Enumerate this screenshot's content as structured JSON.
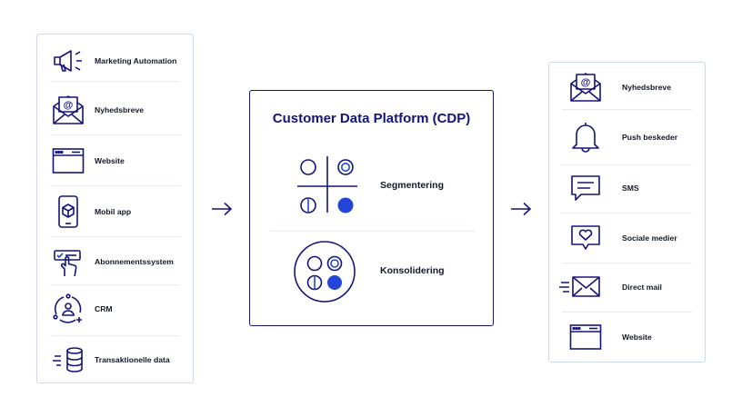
{
  "diagram": {
    "cdp_title": "Customer Data Platform (CDP)",
    "cdp_items": [
      {
        "label": "Segmentering",
        "icon": "segmentation-icon"
      },
      {
        "label": "Konsolidering",
        "icon": "consolidation-icon"
      }
    ],
    "sources": [
      {
        "label": "Marketing Automation",
        "icon": "megaphone-icon"
      },
      {
        "label": "Nyhedsbreve",
        "icon": "envelope-at-icon"
      },
      {
        "label": "Website",
        "icon": "browser-window-icon"
      },
      {
        "label": "Mobil app",
        "icon": "mobile-app-icon"
      },
      {
        "label": "Abonnementssystem",
        "icon": "subscription-click-icon"
      },
      {
        "label": "CRM",
        "icon": "crm-user-icon"
      },
      {
        "label": "Transaktionelle data",
        "icon": "database-icon"
      }
    ],
    "destinations": [
      {
        "label": "Nyhedsbreve",
        "icon": "envelope-at-icon"
      },
      {
        "label": "Push beskeder",
        "icon": "bell-icon"
      },
      {
        "label": "SMS",
        "icon": "sms-bubble-icon"
      },
      {
        "label": "Sociale medier",
        "icon": "heart-bubble-icon"
      },
      {
        "label": "Direct mail",
        "icon": "mail-speed-icon"
      },
      {
        "label": "Website",
        "icon": "browser-window-icon"
      }
    ],
    "colors": {
      "ink": "#14147a",
      "accent": "#2446d8",
      "border": "#c9dbe8"
    }
  }
}
